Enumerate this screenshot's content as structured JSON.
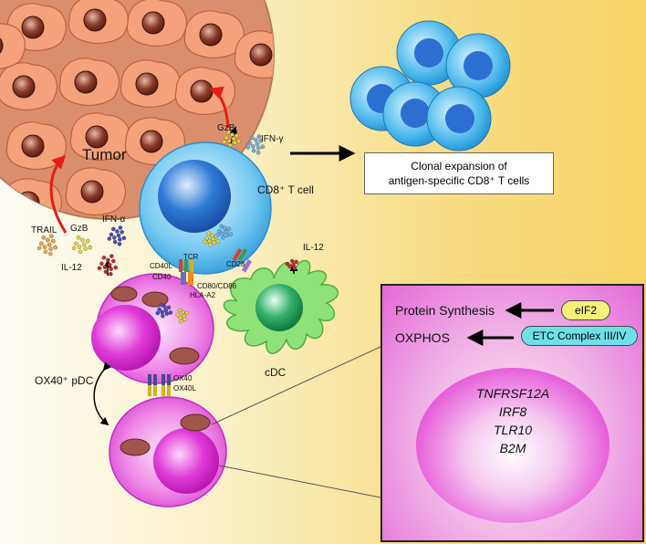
{
  "labels": {
    "tumor": "Tumor",
    "cd8_tcell": "CD8⁺ T cell",
    "gzb_top": "GzB",
    "ifn_gamma": "IFN-γ",
    "trail": "TRAIL",
    "gzb_left": "GzB",
    "ifn_alpha": "IFN-α",
    "il12_left": "IL-12",
    "il12_right": "IL-12",
    "tcr": "TCR",
    "cd28": "CD28",
    "cd40l": "CD40L",
    "cd40": "CD40",
    "cd80_cd86": "CD80/CD86",
    "hla_a2": "HLA-A2",
    "ox40": "OX40",
    "ox40l": "OX40L",
    "ox40_pdc": "OX40⁺ pDC",
    "cdc": "cDC"
  },
  "clonal_box": {
    "line1": "Clonal expansion of",
    "line2": "antigen-specific CD8⁺ T cells"
  },
  "inset": {
    "protein_synthesis": "Protein Synthesis",
    "eif2": "eIF2",
    "oxphos": "OXPHOS",
    "etc_complex": "ETC Complex III/IV",
    "genes": [
      "TNFRSF12A",
      "IRF8",
      "TLR10",
      "B2M"
    ]
  },
  "colors": {
    "tumor_cell": "#f4a27c",
    "tumor_bg": "#d98f6c",
    "tcell": "#6cc4f0",
    "pdc": "#e85ce0",
    "cdc": "#8fe27a",
    "eif2": "#f5f07a",
    "etc": "#6fe0e8",
    "arrow_red": "#e41e14"
  }
}
